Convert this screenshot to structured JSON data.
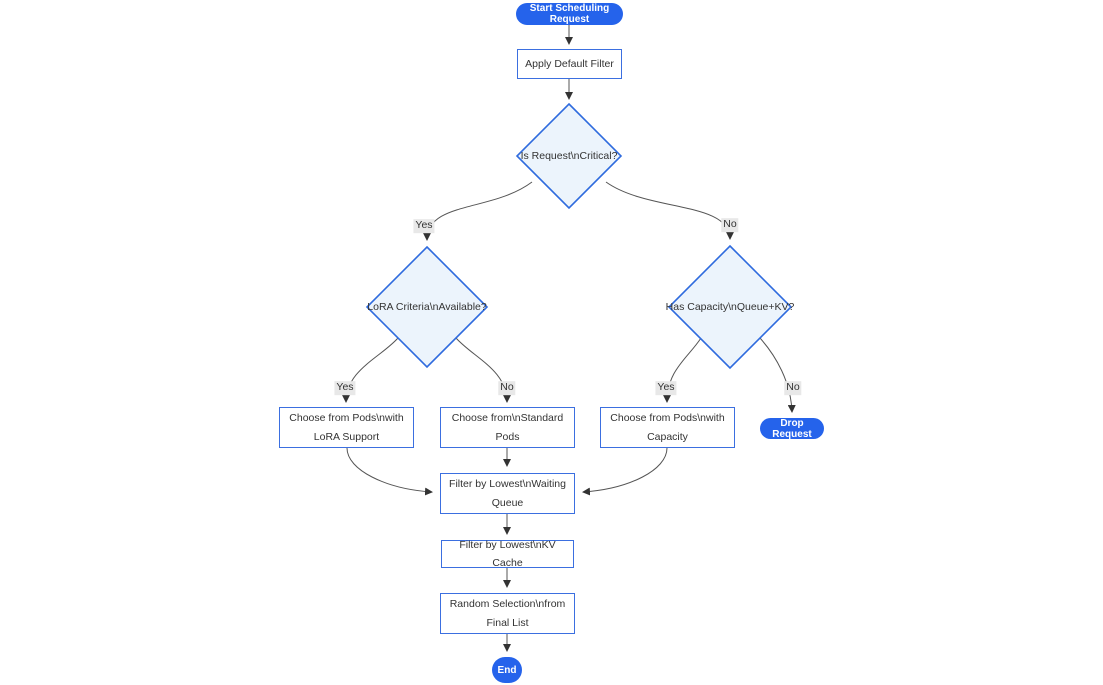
{
  "diagram": {
    "type": "flowchart",
    "direction": "top-down",
    "nodes": {
      "start": {
        "label": "Start Scheduling Request",
        "shape": "stadium"
      },
      "apply_filter": {
        "label": "Apply Default Filter",
        "shape": "rect"
      },
      "is_critical": {
        "label": "Is Request\\nCritical?",
        "shape": "diamond"
      },
      "lora_criteria": {
        "label": "LoRA Criteria\\nAvailable?",
        "shape": "diamond"
      },
      "has_capacity": {
        "label": "Has Capacity\\nQueue+KV?",
        "shape": "diamond"
      },
      "choose_lora_pods": {
        "label": "Choose from Pods\\nwith LoRA Support",
        "shape": "rect"
      },
      "choose_standard_pods": {
        "label": "Choose from\\nStandard Pods",
        "shape": "rect"
      },
      "choose_capacity_pods": {
        "label": "Choose from Pods\\nwith Capacity",
        "shape": "rect"
      },
      "drop_request": {
        "label": "Drop Request",
        "shape": "stadium"
      },
      "filter_waiting_queue": {
        "label": "Filter by Lowest\\nWaiting Queue",
        "shape": "rect"
      },
      "filter_kv_cache": {
        "label": "Filter by Lowest\\nKV Cache",
        "shape": "rect"
      },
      "random_selection": {
        "label": "Random Selection\\nfrom Final List",
        "shape": "rect"
      },
      "end": {
        "label": "End",
        "shape": "stadium"
      }
    },
    "edge_labels": {
      "yes": "Yes",
      "no": "No"
    },
    "colors": {
      "node_fill_accent": "#2563eb",
      "node_text_accent": "#ffffff",
      "rect_fill": "#ffffff",
      "rect_border": "#3b6fe0",
      "diamond_fill": "#ecf4fc",
      "diamond_border": "#2f6bde",
      "edge_stroke": "#555555",
      "edge_label_bg": "#e8e8e8",
      "text": "#333333"
    }
  }
}
